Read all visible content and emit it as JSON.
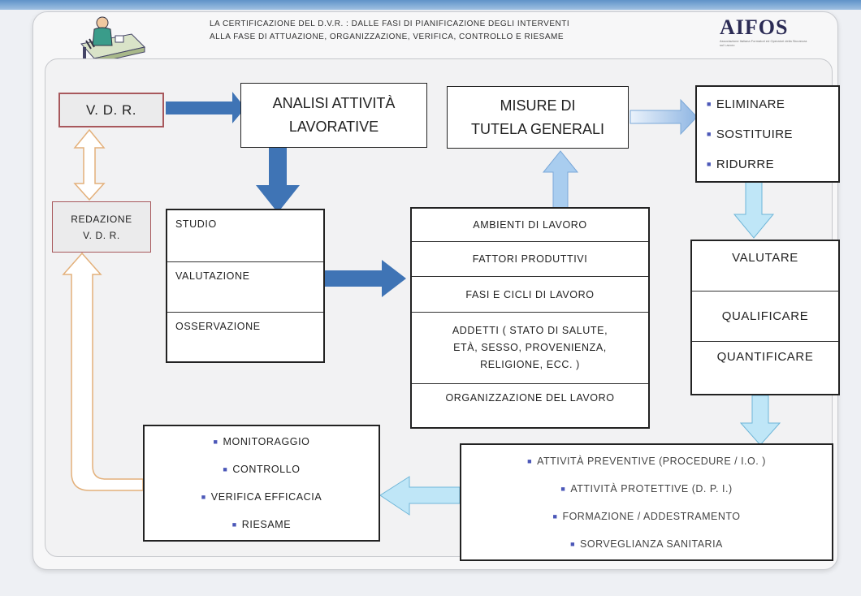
{
  "header": {
    "line1": "LA CERTIFICAZIONE DEL D.V.R. : DALLE FASI DI PIANIFICAZIONE DEGLI INTERVENTI",
    "line2": "ALLA FASE DI ATTUAZIONE, ORGANIZZAZIONE, VERIFICA, CONTROLLO E RIESAME",
    "logo": "AIFOS",
    "logo_sub": "Associazione Italiana Formatori ed Operatori della Sicurezza sul Lavoro"
  },
  "vdr": "V. D. R.",
  "redazione": {
    "line1": "REDAZIONE",
    "line2": "V. D. R."
  },
  "analisi": {
    "line1": "ANALISI ATTIVITÀ",
    "line2": "LAVORATIVE"
  },
  "misure": {
    "line1": "MISURE DI",
    "line2": "TUTELA GENERALI"
  },
  "elimina": [
    "ELIMINARE",
    "SOSTITUIRE",
    "RIDURRE"
  ],
  "studio": [
    "STUDIO",
    "VALUTAZIONE",
    "OSSERVAZIONE"
  ],
  "ambienti": {
    "c1": "AMBIENTI DI LAVORO",
    "c2": "FATTORI PRODUTTIVI",
    "c3": "FASI E CICLI DI LAVORO",
    "c4a": "ADDETTI ( STATO DI SALUTE,",
    "c4b": "ETÀ, SESSO, PROVENIENZA,",
    "c4c": "RELIGIONE, ECC. )",
    "c5": "ORGANIZZAZIONE DEL LAVORO"
  },
  "valutare": [
    "VALUTARE",
    "QUALIFICARE",
    "QUANTIFICARE"
  ],
  "attivita": [
    "ATTIVITÀ PREVENTIVE (PROCEDURE / I.O. )",
    "ATTIVITÀ PROTETTIVE (D. P. I.)",
    "FORMAZIONE / ADDESTRAMENTO",
    "SORVEGLIANZA SANITARIA"
  ],
  "monitor": [
    "MONITORAGGIO",
    "CONTROLLO",
    "VERIFICA EFFICACIA",
    "RIESAME"
  ],
  "colors": {
    "dark_arrow": "#3f74b5",
    "light_arrow": "#bfe6f7",
    "orange_arrow": "#e3b07a",
    "box_red": "#a8585c"
  }
}
